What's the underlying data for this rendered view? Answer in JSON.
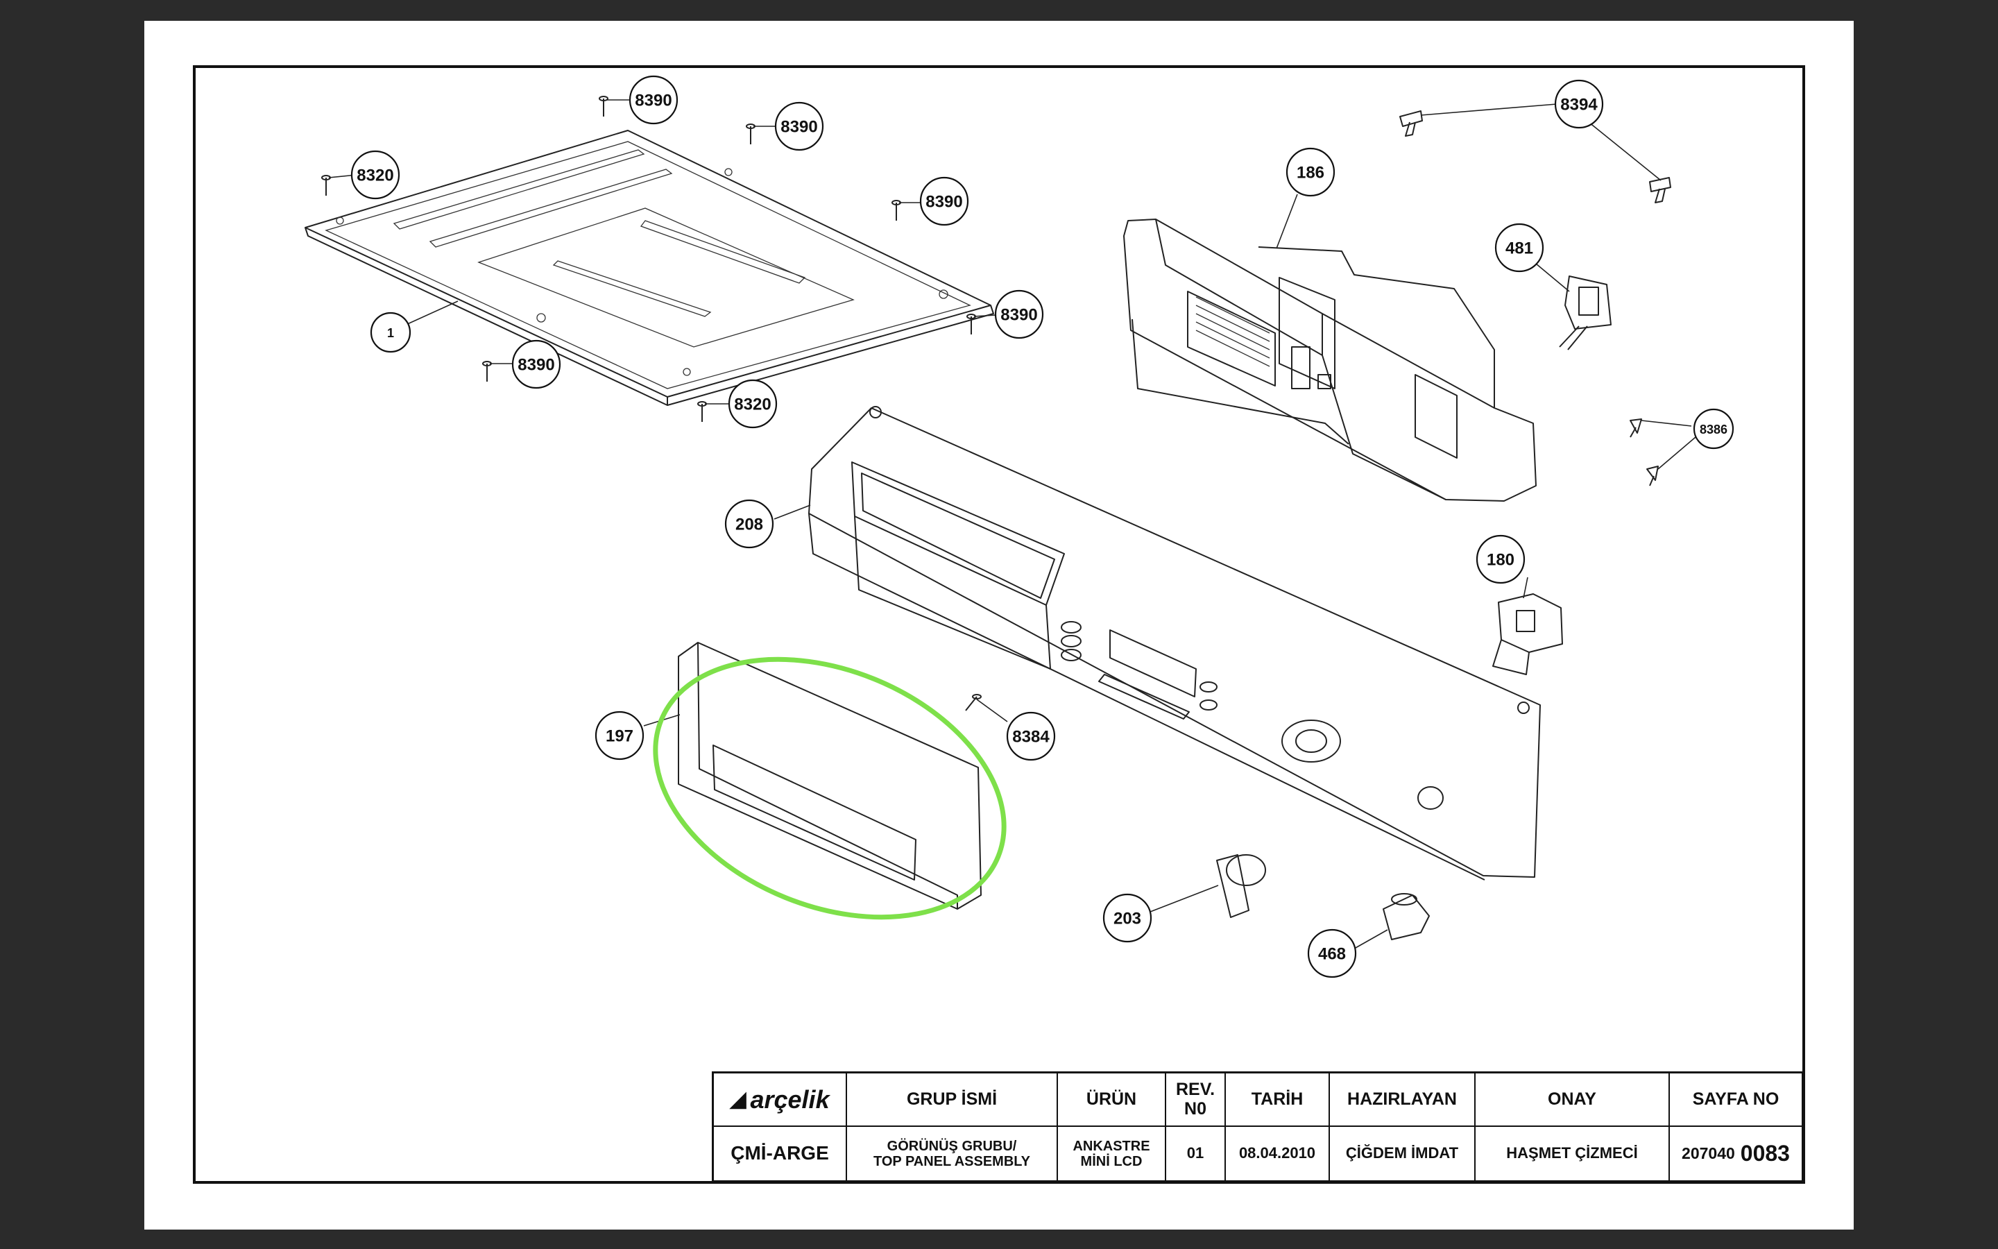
{
  "callouts": {
    "c1": "1",
    "c8320a": "8320",
    "c8320b": "8320",
    "c8390a": "8390",
    "c8390b": "8390",
    "c8390c": "8390",
    "c8390d": "8390",
    "c8390e": "8390",
    "c8394": "8394",
    "c186": "186",
    "c481": "481",
    "c8386": "8386",
    "c208": "208",
    "c180": "180",
    "c197": "197",
    "c8384": "8384",
    "c203": "203",
    "c468": "468"
  },
  "highlight": {
    "color": "#7ee04a",
    "target": "197"
  },
  "title_block": {
    "logo_mark": "◢",
    "logo": "arçelik",
    "department": "ÇMİ-ARGE",
    "headers": {
      "group_name": "GRUP İSMİ",
      "product": "ÜRÜN",
      "rev_no_line1": "REV.",
      "rev_no_line2": "N0",
      "date": "TARİH",
      "prepared_by": "HAZIRLAYAN",
      "approval": "ONAY",
      "page_no": "SAYFA NO"
    },
    "values": {
      "group_name_line1": "GÖRÜNÜŞ GRUBU/",
      "group_name_line2": "TOP PANEL ASSEMBLY",
      "product_line1": "ANKASTRE",
      "product_line2": "MİNİ LCD",
      "rev_no": "01",
      "date": "08.04.2010",
      "prepared_by": "ÇİĞDEM İMDAT",
      "approval": "HAŞMET ÇİZMECİ",
      "page_no_prefix": "207040",
      "page_no_main": "0083"
    }
  }
}
